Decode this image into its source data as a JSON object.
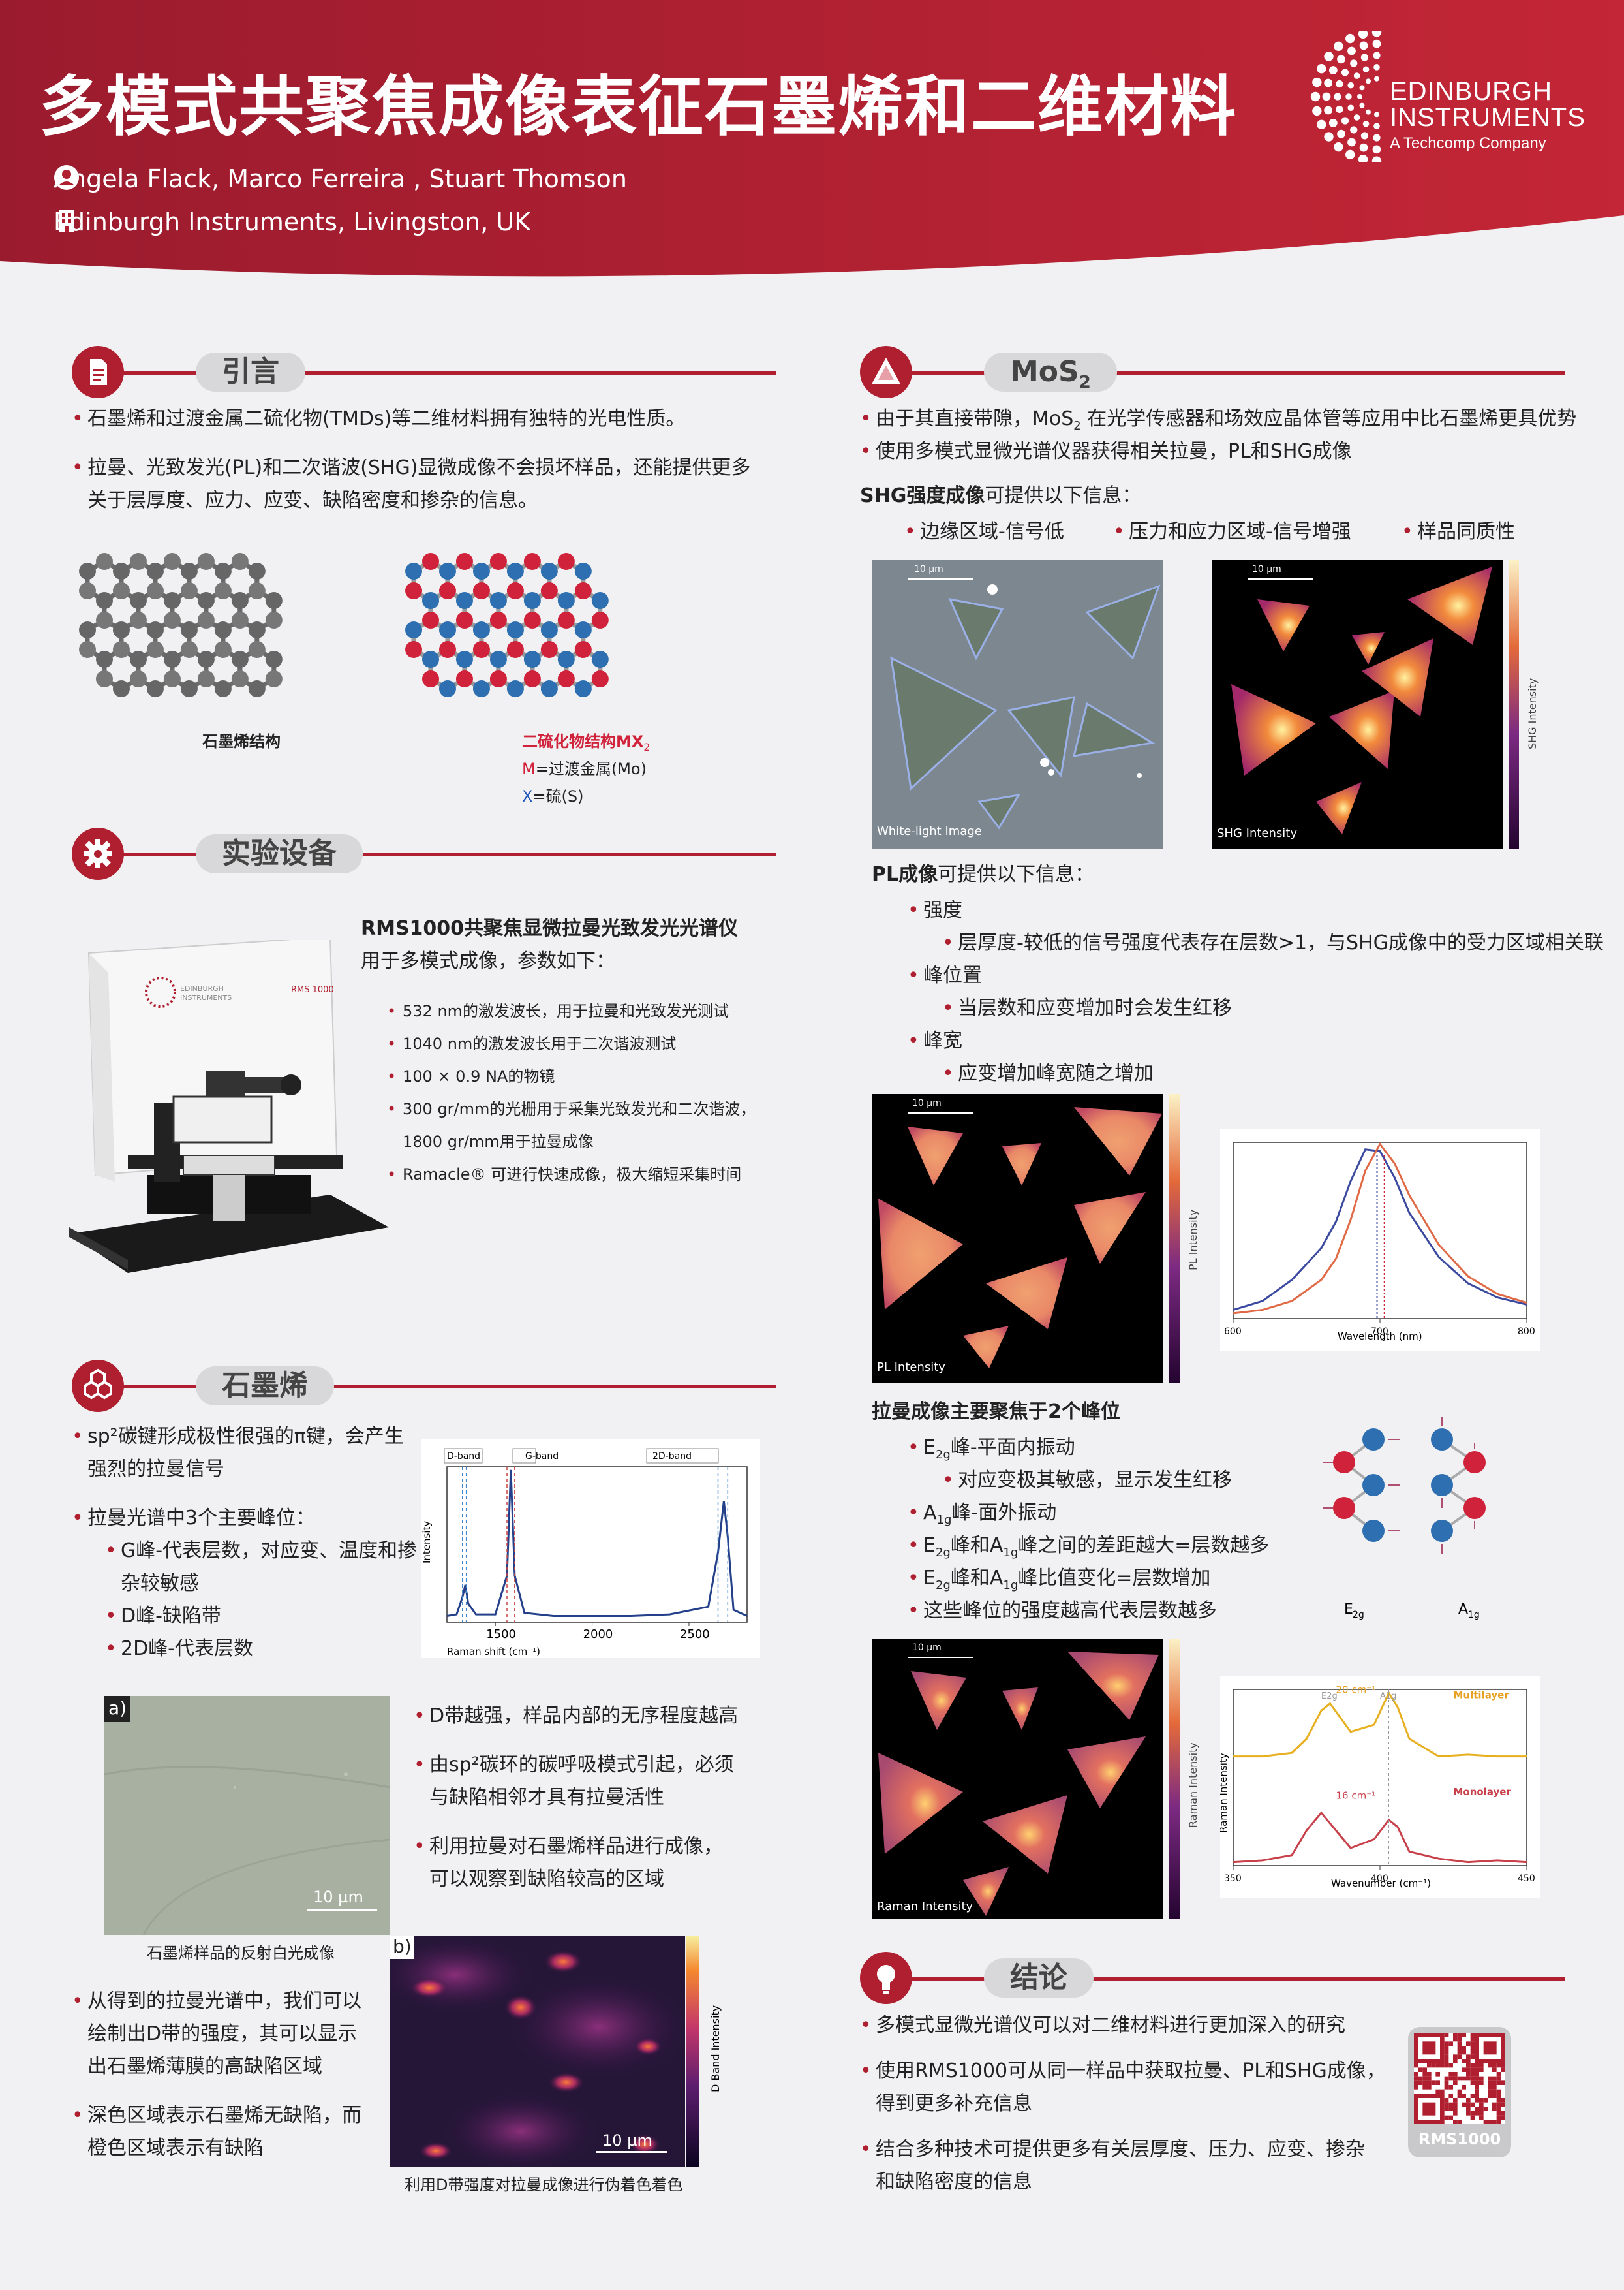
{
  "header": {
    "title": "多模式共聚焦成像表征石墨烯和二维材料",
    "authors": "Angela Flack, Marco Ferreira , Stuart Thomson",
    "affiliation": "Edinburgh Instruments, Livingston, UK",
    "logo_line1": "EDINBURGH",
    "logo_line2": "INSTRUMENTS",
    "logo_sub": "A Techcomp Company"
  },
  "colors": {
    "brand_red": "#b01f2f",
    "accent_red": "#d0223a",
    "accent_blue": "#2255bb"
  },
  "intro": {
    "title": "引言",
    "icon": "document-icon",
    "b1": "石墨烯和过渡金属二硫化物(TMDs)等二维材料拥有独特的光电性质。",
    "b2a": "拉曼、光致发光(PL)和二次谐波(SHG)显微成像不会损坏样品，还能提供更多",
    "b2b": "关于层厚度、应力、应变、缺陷密度和掺杂的信息。",
    "cap_graphene": "石墨烯结构",
    "cap_mx2": "二硫化物结构MX",
    "cap_mx2_sub": "2",
    "cap_m_letter": "M",
    "cap_m": "=过渡金属(Mo)",
    "cap_x_letter": "X",
    "cap_x": "=硫(S)"
  },
  "equipment": {
    "title": "实验设备",
    "icon": "gear-icon",
    "name": "RMS1000共聚焦显微拉曼光致发光光谱仪",
    "sub": "用于多模式成像，参数如下：",
    "instrument_brand1": "EDINBURGH",
    "instrument_brand2": "INSTRUMENTS",
    "instrument_model": "RMS 1000",
    "items": [
      "532 nm的激发波长，用于拉曼和光致发光测试",
      "1040 nm的激发波长用于二次谐波测试",
      "100 × 0.9 NA的物镜",
      "300 gr/mm的光栅用于采集光致发光和二次谐波，",
      "Ramacle® 可进行快速成像，极大缩短采集时间"
    ],
    "item4b": "1800 gr/mm用于拉曼成像"
  },
  "graphene": {
    "title": "石墨烯",
    "icon": "hexagon-icon",
    "b1a": "sp²碳键形成极性很强的π键，会产生",
    "b1b": "强烈的拉曼信号",
    "b2": "拉曼光谱中3个主要峰位：",
    "g": "G峰-代表层数，对应变、温度和掺",
    "g2": "杂较敏感",
    "d": "D峰-缺陷带",
    "d2d": "2D峰-代表层数",
    "r1": "D带越强，样品内部的无序程度越高",
    "r2a": "由sp²碳环的碳呼吸模式引起，必须",
    "r2b": "与缺陷相邻才具有拉曼活性",
    "r3a": "利用拉曼对石墨烯样品进行成像，",
    "r3b": "可以观察到缺陷较高的区域",
    "label_a": "a)",
    "label_b": "b)",
    "scale": "10 µm",
    "cap_a": "石墨烯样品的反射白光成像",
    "cap_b": "利用D带强度对拉曼成像进行伪着色着色",
    "colorbar_label": "D Band Intensity",
    "l1a": "从得到的拉曼光谱中，我们可以",
    "l1b": "绘制出D带的强度，其可以显示",
    "l1c": "出石墨烯薄膜的高缺陷区域",
    "l2a": "深色区域表示石墨烯无缺陷，而",
    "l2b": "橙色区域表示有缺陷"
  },
  "mos2": {
    "title": "MoS",
    "title_sub": "2",
    "icon": "triangle-icon",
    "b1a": "由于其直接带隙，MoS",
    "b1sub": "2",
    "b1b": " 在光学传感器和场效应晶体管等应用中比石墨烯更具优势",
    "b2": "使用多模式显微光谱仪器获得相关拉曼，PL和SHG成像",
    "shg_head_bold": "SHG强度成像",
    "shg_head": "可提供以下信息：",
    "shg_items": [
      "边缘区域-信号低",
      "压力和应力区域-信号增强",
      "样品同质性"
    ],
    "wl_label": "White-light Image",
    "shg_label": "SHG Intensity",
    "shg_bar": "SHG Intensity",
    "scale": "10 µm",
    "pl_head_bold": "PL成像",
    "pl_head": "可提供以下信息：",
    "pl_i1": "强度",
    "pl_i1s": "层厚度-较低的信号强度代表存在层数>1，与SHG成像中的受力区域相关联",
    "pl_i2": "峰位置",
    "pl_i2s": "当层数和应变增加时会发生红移",
    "pl_i3": "峰宽",
    "pl_i3s": "应变增加峰宽随之增加",
    "pl_label": "PL Intensity",
    "pl_bar": "PL Intensity",
    "raman_head": "拉曼成像主要聚焦于2个峰位",
    "e2g_a": "E",
    "e2g_sub": "2g",
    "e2g_t": "峰-平面内振动",
    "e2g_s": "对应变极其敏感，显示发生红移",
    "a1g_a": "A",
    "a1g_sub": "1g",
    "a1g_t": "峰-面外振动",
    "ra_line3_mid": "峰和A",
    "ra_line3_end": "峰之间的差距越大=层数越多",
    "ra_line4_end": "峰比值变化=层数增加",
    "ra_line5": "这些峰位的强度越高代表层数越多",
    "vib_e2g": "E",
    "vib_a1g": "A",
    "raman_label": "Raman Intensity",
    "raman_bar": "Raman Intensity"
  },
  "conclusion": {
    "title": "结论",
    "icon": "lightbulb-icon",
    "b1": "多模式显微光谱仪可以对二维材料进行更加深入的研究",
    "b2a": "使用RMS1000可从同一样品中获取拉曼、PL和SHG成像，",
    "b2b": "得到更多补充信息",
    "b3a": "结合多种技术可提供更多有关层厚度、压力、应变、掺杂",
    "b3b": "和缺陷密度的信息",
    "qr_label": "RMS1000"
  },
  "chart_data": [
    {
      "type": "line",
      "name_hint": "graphene raman spectrum",
      "xlabel": "Raman shift (cm⁻¹)",
      "ylabel": "Intensity",
      "xlim": [
        1250,
        2800
      ],
      "xticks": [
        1500,
        2000,
        2500
      ],
      "bands": [
        "D-band",
        "G-band",
        "2D-band"
      ],
      "series": [
        {
          "x": [
            1250,
            1300,
            1330,
            1345,
            1360,
            1400,
            1500,
            1560,
            1580,
            1600,
            1650,
            1800,
            2000,
            2200,
            2400,
            2600,
            2650,
            2680,
            2700,
            2730,
            2800
          ],
          "y": [
            0.04,
            0.05,
            0.16,
            0.24,
            0.12,
            0.05,
            0.05,
            0.3,
            0.98,
            0.3,
            0.06,
            0.04,
            0.04,
            0.04,
            0.05,
            0.1,
            0.45,
            0.78,
            0.55,
            0.08,
            0.04
          ]
        }
      ]
    },
    {
      "type": "line",
      "name_hint": "MoS2 PL spectrum",
      "xlabel": "Wavelength (nm)",
      "xlim": [
        600,
        800
      ],
      "xticks": [
        600,
        700,
        800
      ],
      "series": [
        {
          "x": [
            600,
            620,
            640,
            660,
            670,
            680,
            690,
            700,
            710,
            720,
            740,
            760,
            780,
            800
          ],
          "y": [
            0.05,
            0.1,
            0.22,
            0.4,
            0.55,
            0.78,
            0.96,
            0.95,
            0.8,
            0.6,
            0.35,
            0.2,
            0.12,
            0.08
          ]
        },
        {
          "x": [
            600,
            620,
            640,
            660,
            670,
            680,
            690,
            700,
            710,
            720,
            740,
            760,
            780,
            800
          ],
          "y": [
            0.03,
            0.05,
            0.1,
            0.22,
            0.34,
            0.56,
            0.84,
            0.99,
            0.88,
            0.7,
            0.42,
            0.24,
            0.14,
            0.09
          ]
        }
      ]
    },
    {
      "type": "line",
      "name_hint": "MoS2 raman spectrum",
      "xlabel": "Wavenumber (cm⁻¹)",
      "ylabel": "Raman Intensity",
      "xlim": [
        350,
        450
      ],
      "xticks": [
        350,
        400,
        450
      ],
      "peak_labels": [
        "E2g",
        "A1g"
      ],
      "gap_multilayer": "20 cm⁻¹",
      "gap_monolayer": "16 cm⁻¹",
      "series": [
        {
          "name": "Multilayer",
          "x": [
            350,
            360,
            370,
            375,
            380,
            383,
            390,
            398,
            403,
            406,
            410,
            420,
            430,
            440,
            450
          ],
          "y": [
            0.62,
            0.62,
            0.64,
            0.72,
            0.88,
            0.92,
            0.76,
            0.8,
            0.98,
            0.9,
            0.72,
            0.62,
            0.63,
            0.62,
            0.62
          ]
        },
        {
          "name": "Monolayer",
          "x": [
            350,
            360,
            370,
            375,
            380,
            385,
            390,
            398,
            403,
            406,
            410,
            420,
            430,
            440,
            450
          ],
          "y": [
            0.02,
            0.03,
            0.06,
            0.2,
            0.3,
            0.2,
            0.1,
            0.15,
            0.26,
            0.22,
            0.08,
            0.04,
            0.02,
            0.03,
            0.02
          ]
        }
      ]
    }
  ]
}
